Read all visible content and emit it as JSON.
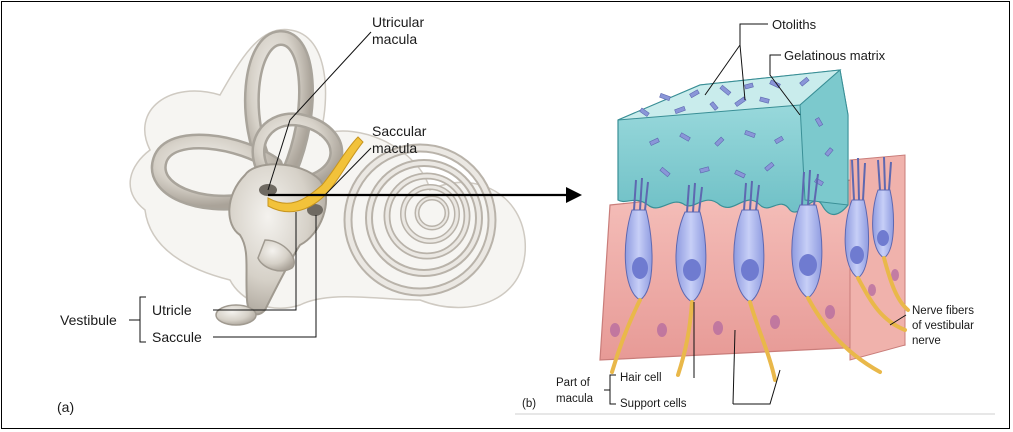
{
  "panel_a": {
    "id": "(a)",
    "labels": {
      "utricular_macula_line1": "Utricular",
      "utricular_macula_line2": "macula",
      "saccular_macula_line1": "Saccular",
      "saccular_macula_line2": "macula",
      "vestibule": "Vestibule",
      "utricle": "Utricle",
      "saccule": "Saccule"
    }
  },
  "panel_b": {
    "id": "(b)",
    "labels": {
      "otoliths": "Otoliths",
      "gelatinous_matrix": "Gelatinous matrix",
      "nerve_fibers_line1": "Nerve fibers",
      "nerve_fibers_line2": "of vestibular",
      "nerve_fibers_line3": "nerve",
      "part_of_macula_line1": "Part of",
      "part_of_macula_line2": "macula",
      "hair_cell": "Hair cell",
      "support_cells": "Support cells"
    }
  },
  "colors": {
    "bone": "#d8d4cd",
    "bone_outline": "#a9a49b",
    "macula_yellow": "#f2c23a",
    "matrix_teal": "#8fd3d6",
    "otolith_blue": "#8a96d8",
    "hair_cell": "#b3bdf0",
    "support_pink": "#f2b0ad",
    "nerve": "#e9b84a"
  }
}
